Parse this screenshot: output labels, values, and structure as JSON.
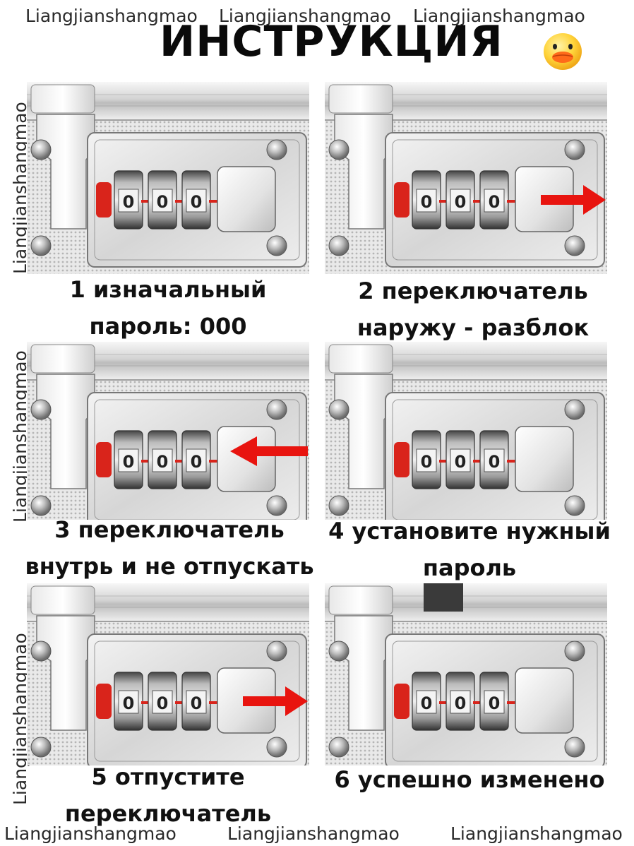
{
  "title": "ИНСТРУКЦИЯ",
  "watermark": "Liangjianshangmao",
  "icons": {
    "duck": "duck-face-emoji-icon",
    "arrow": "red-arrow-icon"
  },
  "colors": {
    "arrow": "#e8140f",
    "slider": "#d9241b",
    "text": "#111111"
  },
  "lock_code": [
    "0",
    "0",
    "0"
  ],
  "steps": [
    {
      "caption_lines": [
        "1 изначальный",
        "пароль: 000"
      ],
      "arrow": "none"
    },
    {
      "caption_lines": [
        "2 переключатель",
        "наружу - разблок"
      ],
      "arrow": "right"
    },
    {
      "caption_lines": [
        "3 переключатель",
        "внутрь и не отпускать"
      ],
      "arrow": "left"
    },
    {
      "caption_lines": [
        "4 установите нужный",
        "пароль"
      ],
      "arrow": "none"
    },
    {
      "caption_lines": [
        "5 отпустите",
        "переключатель"
      ],
      "arrow": "right"
    },
    {
      "caption_lines": [
        "6 успешно изменено"
      ],
      "arrow": "none"
    }
  ]
}
